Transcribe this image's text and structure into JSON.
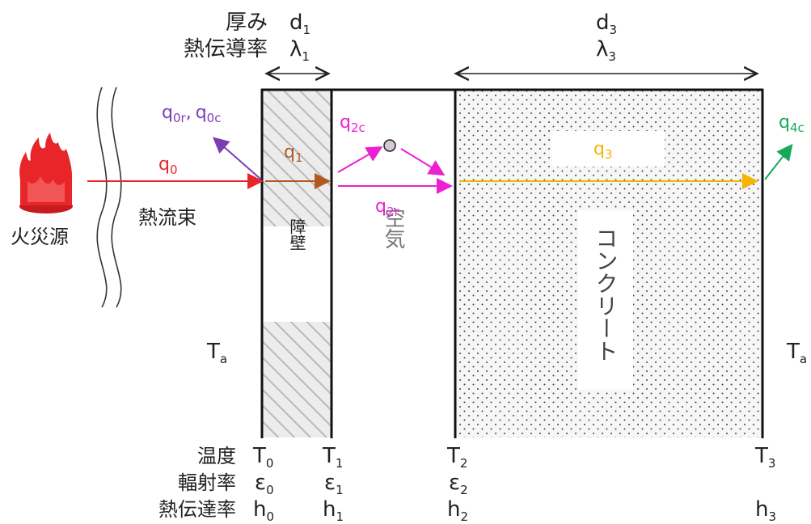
{
  "colors": {
    "q0": "#e8262a",
    "q0rc": "#7a3db4",
    "q1": "#b05a1e",
    "q2": "#ee1fd2",
    "q3": "#f4b400",
    "q4c": "#17a85a",
    "wall": "#111111",
    "fire": "#e8262a",
    "gray_text": "#777777"
  },
  "header": {
    "thickness_label": "厚み",
    "conductivity_label": "熱伝導率",
    "d1": {
      "base": "d",
      "sub": "1"
    },
    "lambda1": {
      "base": "λ",
      "sub": "1"
    },
    "d3": {
      "base": "d",
      "sub": "3"
    },
    "lambda3": {
      "base": "λ",
      "sub": "3"
    }
  },
  "fire_source": {
    "label": "火災源",
    "icon": "flame-icon"
  },
  "heat_flux_label": "熱流束",
  "flux_labels": {
    "q0": {
      "base": "q",
      "sub": "0"
    },
    "q0r": {
      "base": "q",
      "sub": "0r"
    },
    "q0c": {
      "base": "q",
      "sub": "0c"
    },
    "q0_sep": ",",
    "q1": {
      "base": "q",
      "sub": "1"
    },
    "q2c": {
      "base": "q",
      "sub": "2c"
    },
    "q2r": {
      "base": "q",
      "sub": "2r"
    },
    "q3": {
      "base": "q",
      "sub": "3"
    },
    "q4c": {
      "base": "q",
      "sub": "4c"
    }
  },
  "regions": {
    "barrier": "障壁",
    "air": "空気",
    "concrete": "コンクリート"
  },
  "ambient": {
    "left": {
      "base": "T",
      "sub": "a"
    },
    "right": {
      "base": "T",
      "sub": "a"
    }
  },
  "bottom_rows": {
    "temperature_label": "温度",
    "emissivity_label": "輻射率",
    "transfer_label": "熱伝達率",
    "T0": {
      "base": "T",
      "sub": "0"
    },
    "T1": {
      "base": "T",
      "sub": "1"
    },
    "T2": {
      "base": "T",
      "sub": "2"
    },
    "T3": {
      "base": "T",
      "sub": "3"
    },
    "e0": {
      "base": "ε",
      "sub": "0"
    },
    "e1": {
      "base": "ε",
      "sub": "1"
    },
    "e2": {
      "base": "ε",
      "sub": "2"
    },
    "h0": {
      "base": "h",
      "sub": "0"
    },
    "h1": {
      "base": "h",
      "sub": "1"
    },
    "h2": {
      "base": "h",
      "sub": "2"
    },
    "h3": {
      "base": "h",
      "sub": "3"
    }
  }
}
